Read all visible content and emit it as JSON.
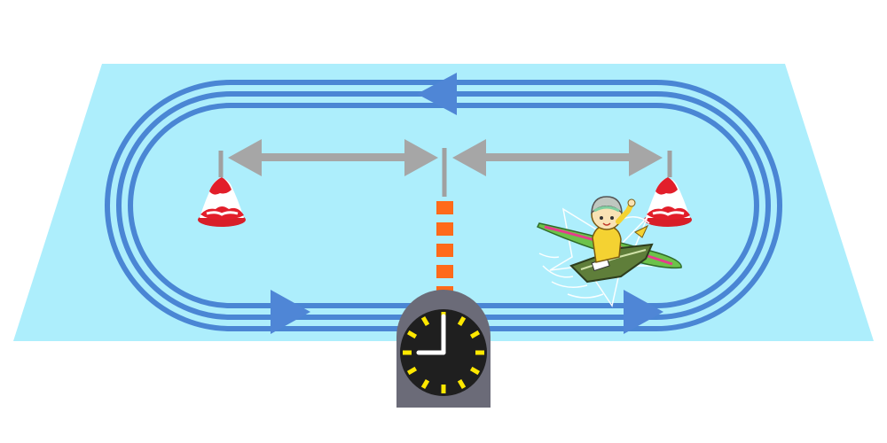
{
  "diagram": {
    "subject": "boat-race-course",
    "colors": {
      "water": "#ADEEFC",
      "lane": "#4A86D4",
      "arrow": "#4F86D6",
      "distance_arrow": "#A6A6A6",
      "marker_pole": "#A0A0A0",
      "buoy_red": "#E21E2A",
      "buoy_white": "#FFFFFF",
      "start_line": "#FF6A1A",
      "clock_body": "#6B6B78",
      "clock_face": "#1F1F1F",
      "clock_marks": "#FFE800",
      "clock_hands": "#FFFFFF"
    },
    "elements": {
      "turn_marks": [
        "turn-mark-left",
        "turn-mark-right"
      ],
      "direction_arrows": [
        "arrow-top",
        "arrow-bottom-left",
        "arrow-bottom-right"
      ],
      "distance_arrows": [
        "distance-left",
        "distance-right"
      ],
      "start_line": "start-line",
      "clock": "big-clock",
      "mascot": "racer-boat"
    },
    "clock_time": "09:00"
  }
}
